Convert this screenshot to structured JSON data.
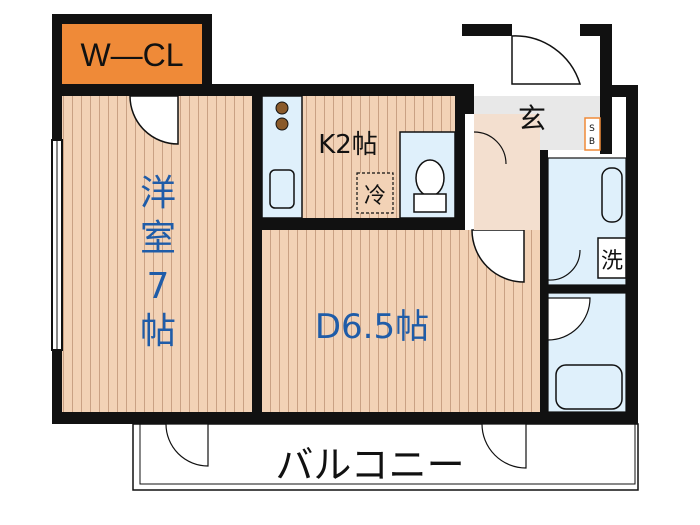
{
  "rooms": {
    "walk_in_closet": "W—CL",
    "western_room": [
      "洋",
      "室",
      "7",
      "帖"
    ],
    "kitchen": "K2帖",
    "dining": "D6.5帖",
    "entrance": "玄",
    "balcony": "バルコニー"
  },
  "fixtures": {
    "fridge": "冷",
    "washer": "洗",
    "shoe_box": [
      "S",
      "B"
    ]
  },
  "colors": {
    "wall": "#111111",
    "floor_wood": "#f2d2b6",
    "floor_stripe": "#c9a184",
    "wet_area": "#dff0fb",
    "closet": "#ef8a38",
    "entrance": "#f3dfcf",
    "label_blue": "#1f5ca8",
    "balcony": "#ffffff"
  }
}
